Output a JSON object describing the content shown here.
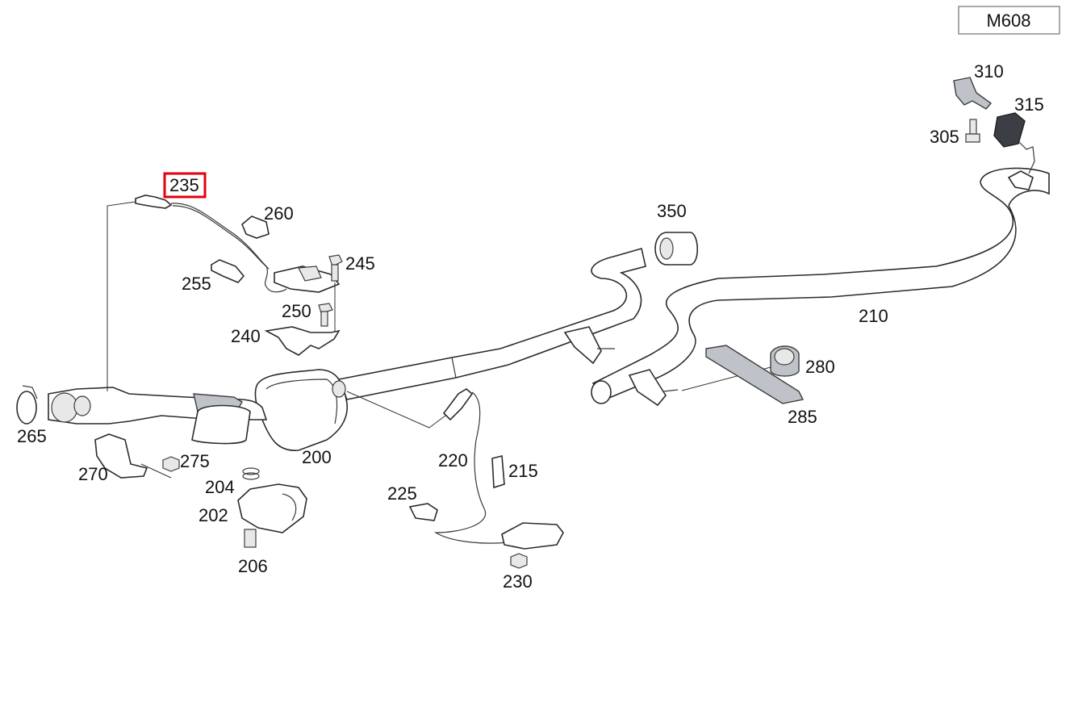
{
  "diagram": {
    "model_code": "M608",
    "highlight_color": "#e3000f",
    "highlighted_part": "235",
    "callouts": {
      "c200": "200",
      "c202": "202",
      "c204": "204",
      "c206": "206",
      "c210": "210",
      "c215": "215",
      "c220": "220",
      "c225": "225",
      "c230": "230",
      "c235": "235",
      "c240": "240",
      "c245": "245",
      "c250": "250",
      "c255": "255",
      "c260": "260",
      "c265": "265",
      "c270": "270",
      "c275": "275",
      "c280": "280",
      "c285": "285",
      "c305": "305",
      "c310": "310",
      "c315": "315",
      "c350": "350"
    }
  }
}
